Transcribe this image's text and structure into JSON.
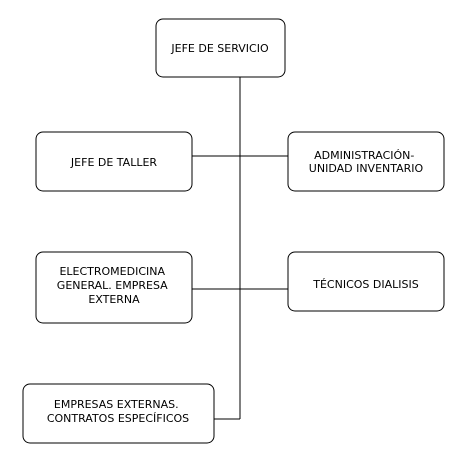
{
  "diagram": {
    "nodes": [
      {
        "id": "jefe-servicio",
        "lines": [
          "JEFE DE SERVICIO"
        ]
      },
      {
        "id": "jefe-taller",
        "lines": [
          "JEFE DE TALLER"
        ]
      },
      {
        "id": "administracion",
        "lines": [
          "ADMINISTRACIÓN-",
          "UNIDAD INVENTARIO"
        ]
      },
      {
        "id": "electromedicina",
        "lines": [
          "ELECTROMEDICINA",
          "GENERAL. EMPRESA",
          "EXTERNA"
        ]
      },
      {
        "id": "tecnicos-dialisis",
        "lines": [
          "TÉCNICOS DIALISIS"
        ]
      },
      {
        "id": "empresas-externas",
        "lines": [
          "EMPRESAS EXTERNAS.",
          "CONTRATOS ESPECÍFICOS"
        ]
      }
    ],
    "edges": [
      {
        "from": "jefe-servicio",
        "to": "jefe-taller"
      },
      {
        "from": "jefe-servicio",
        "to": "administracion"
      },
      {
        "from": "jefe-servicio",
        "to": "electromedicina"
      },
      {
        "from": "jefe-servicio",
        "to": "tecnicos-dialisis"
      },
      {
        "from": "jefe-servicio",
        "to": "empresas-externas"
      }
    ]
  }
}
